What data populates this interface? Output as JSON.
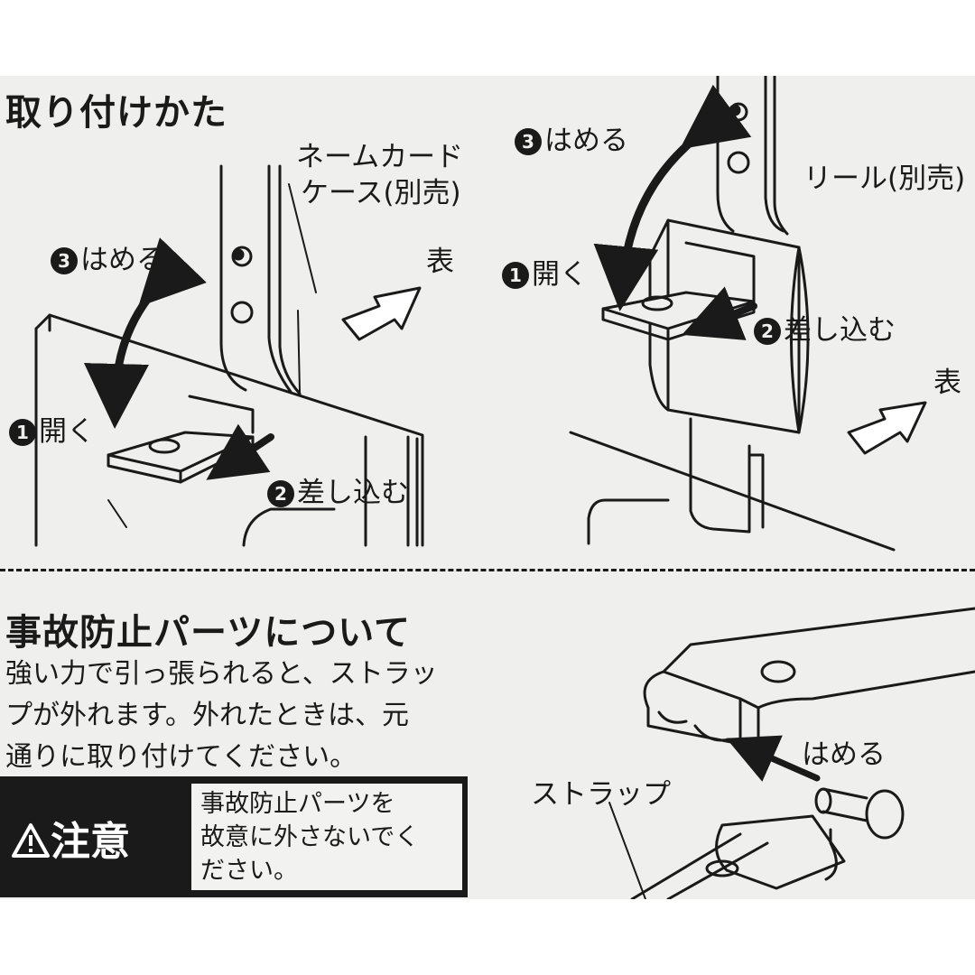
{
  "section1": {
    "title": "取り付けかた",
    "left": {
      "label_case": [
        "ネームカード",
        "ケース(別売)"
      ],
      "step1_num": "1",
      "step1": "開く",
      "step2_num": "2",
      "step2": "差し込む",
      "step3_num": "3",
      "step3": "はめる",
      "front": "表"
    },
    "right": {
      "label_reel": "リール(別売)",
      "step1_num": "1",
      "step1": "開く",
      "step2_num": "2",
      "step2": "差し込む",
      "step3_num": "3",
      "step3": "はめる",
      "front": "表"
    }
  },
  "section2": {
    "title": "事故防止パーツについて",
    "body": [
      "強い力で引っ張られると、ストラッ",
      "プが外れます。外れたときは、元",
      "通りに取り付けてください。"
    ],
    "label_strap": "ストラップ",
    "label_fit": "はめる",
    "caution": {
      "label": "注意",
      "text": [
        "事故防止パーツを",
        "故意に外さないでく",
        "ださい。"
      ]
    }
  }
}
